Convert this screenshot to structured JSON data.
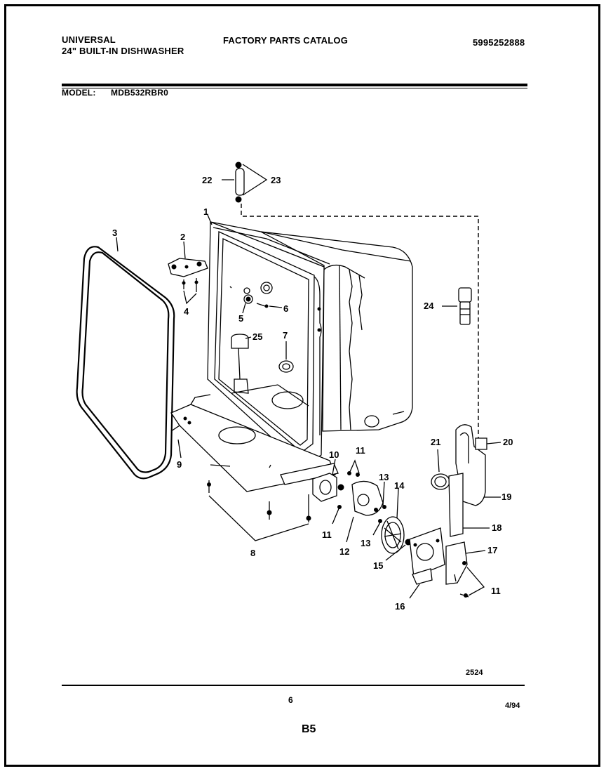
{
  "header": {
    "brand": "UNIVERSAL",
    "product": "24\" BUILT-IN DISHWASHER",
    "catalog_title": "FACTORY PARTS CATALOG",
    "catalog_number": "5995252888",
    "model_label": "MODEL:",
    "model_number": "MDB532RBR0"
  },
  "diagram": {
    "drawing_number": "2524",
    "callouts": [
      "1",
      "2",
      "3",
      "4",
      "5",
      "6",
      "7",
      "8",
      "9",
      "10",
      "11",
      "12",
      "13",
      "14",
      "15",
      "16",
      "17",
      "18",
      "19",
      "20",
      "21",
      "22",
      "23",
      "24",
      "25"
    ]
  },
  "footer": {
    "page_number": "6",
    "date": "4/94",
    "section": "B5"
  }
}
